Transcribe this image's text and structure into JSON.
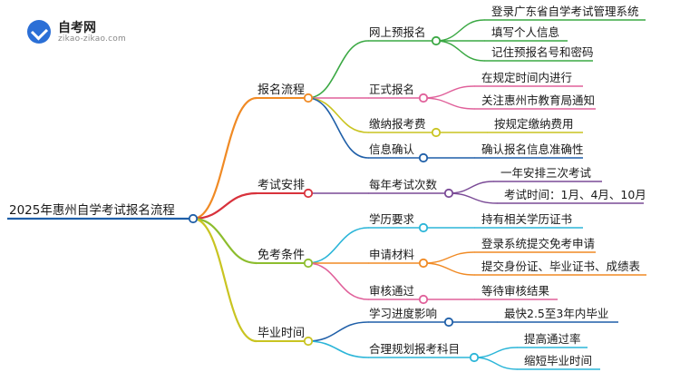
{
  "logo": {
    "name": "自考网",
    "url": "zikao-zikao.com"
  },
  "root": "2025年惠州自学考试报名流程",
  "branches": [
    {
      "label": "报名流程",
      "color": "#f08a24",
      "children": [
        {
          "label": "网上预报名",
          "color": "#3aa843",
          "leaves": [
            "登录广东省自学考试管理系统",
            "填写个人信息",
            "记住预报名号和密码"
          ]
        },
        {
          "label": "正式报名",
          "color": "#e0609a",
          "leaves": [
            "在规定时间内进行",
            "关注惠州市教育局通知"
          ]
        },
        {
          "label": "缴纳报考费",
          "color": "#c9c421",
          "leaves": [
            "按规定缴纳费用"
          ]
        },
        {
          "label": "信息确认",
          "color": "#1f5fa8",
          "leaves": [
            "确认报名信息准确性"
          ]
        }
      ]
    },
    {
      "label": "考试安排",
      "color": "#d8323c",
      "children": [
        {
          "label": "每年考试次数",
          "color": "#7a4a96",
          "leaves": [
            "一年安排三次考试",
            "考试时间：1月、4月、10月"
          ]
        }
      ]
    },
    {
      "label": "免考条件",
      "color": "#8dbd2e",
      "children": [
        {
          "label": "学历要求",
          "color": "#2bb5d8",
          "leaves": [
            "持有相关学历证书"
          ]
        },
        {
          "label": "申请材料",
          "color": "#f08a24",
          "leaves": [
            "登录系统提交免考申请",
            "提交身份证、毕业证书、成绩表"
          ]
        },
        {
          "label": "审核通过",
          "color": "#e0609a",
          "leaves": [
            "等待审核结果"
          ]
        }
      ]
    },
    {
      "label": "毕业时间",
      "color": "#c9c421",
      "children": [
        {
          "label": "学习进度影响",
          "color": "#1f5fa8",
          "leaves": [
            "最快2.5至3年内毕业"
          ]
        },
        {
          "label": "合理规划报考科目",
          "color": "#2bb5d8",
          "leaves": [
            "提高通过率",
            "缩短毕业时间"
          ]
        }
      ]
    }
  ]
}
